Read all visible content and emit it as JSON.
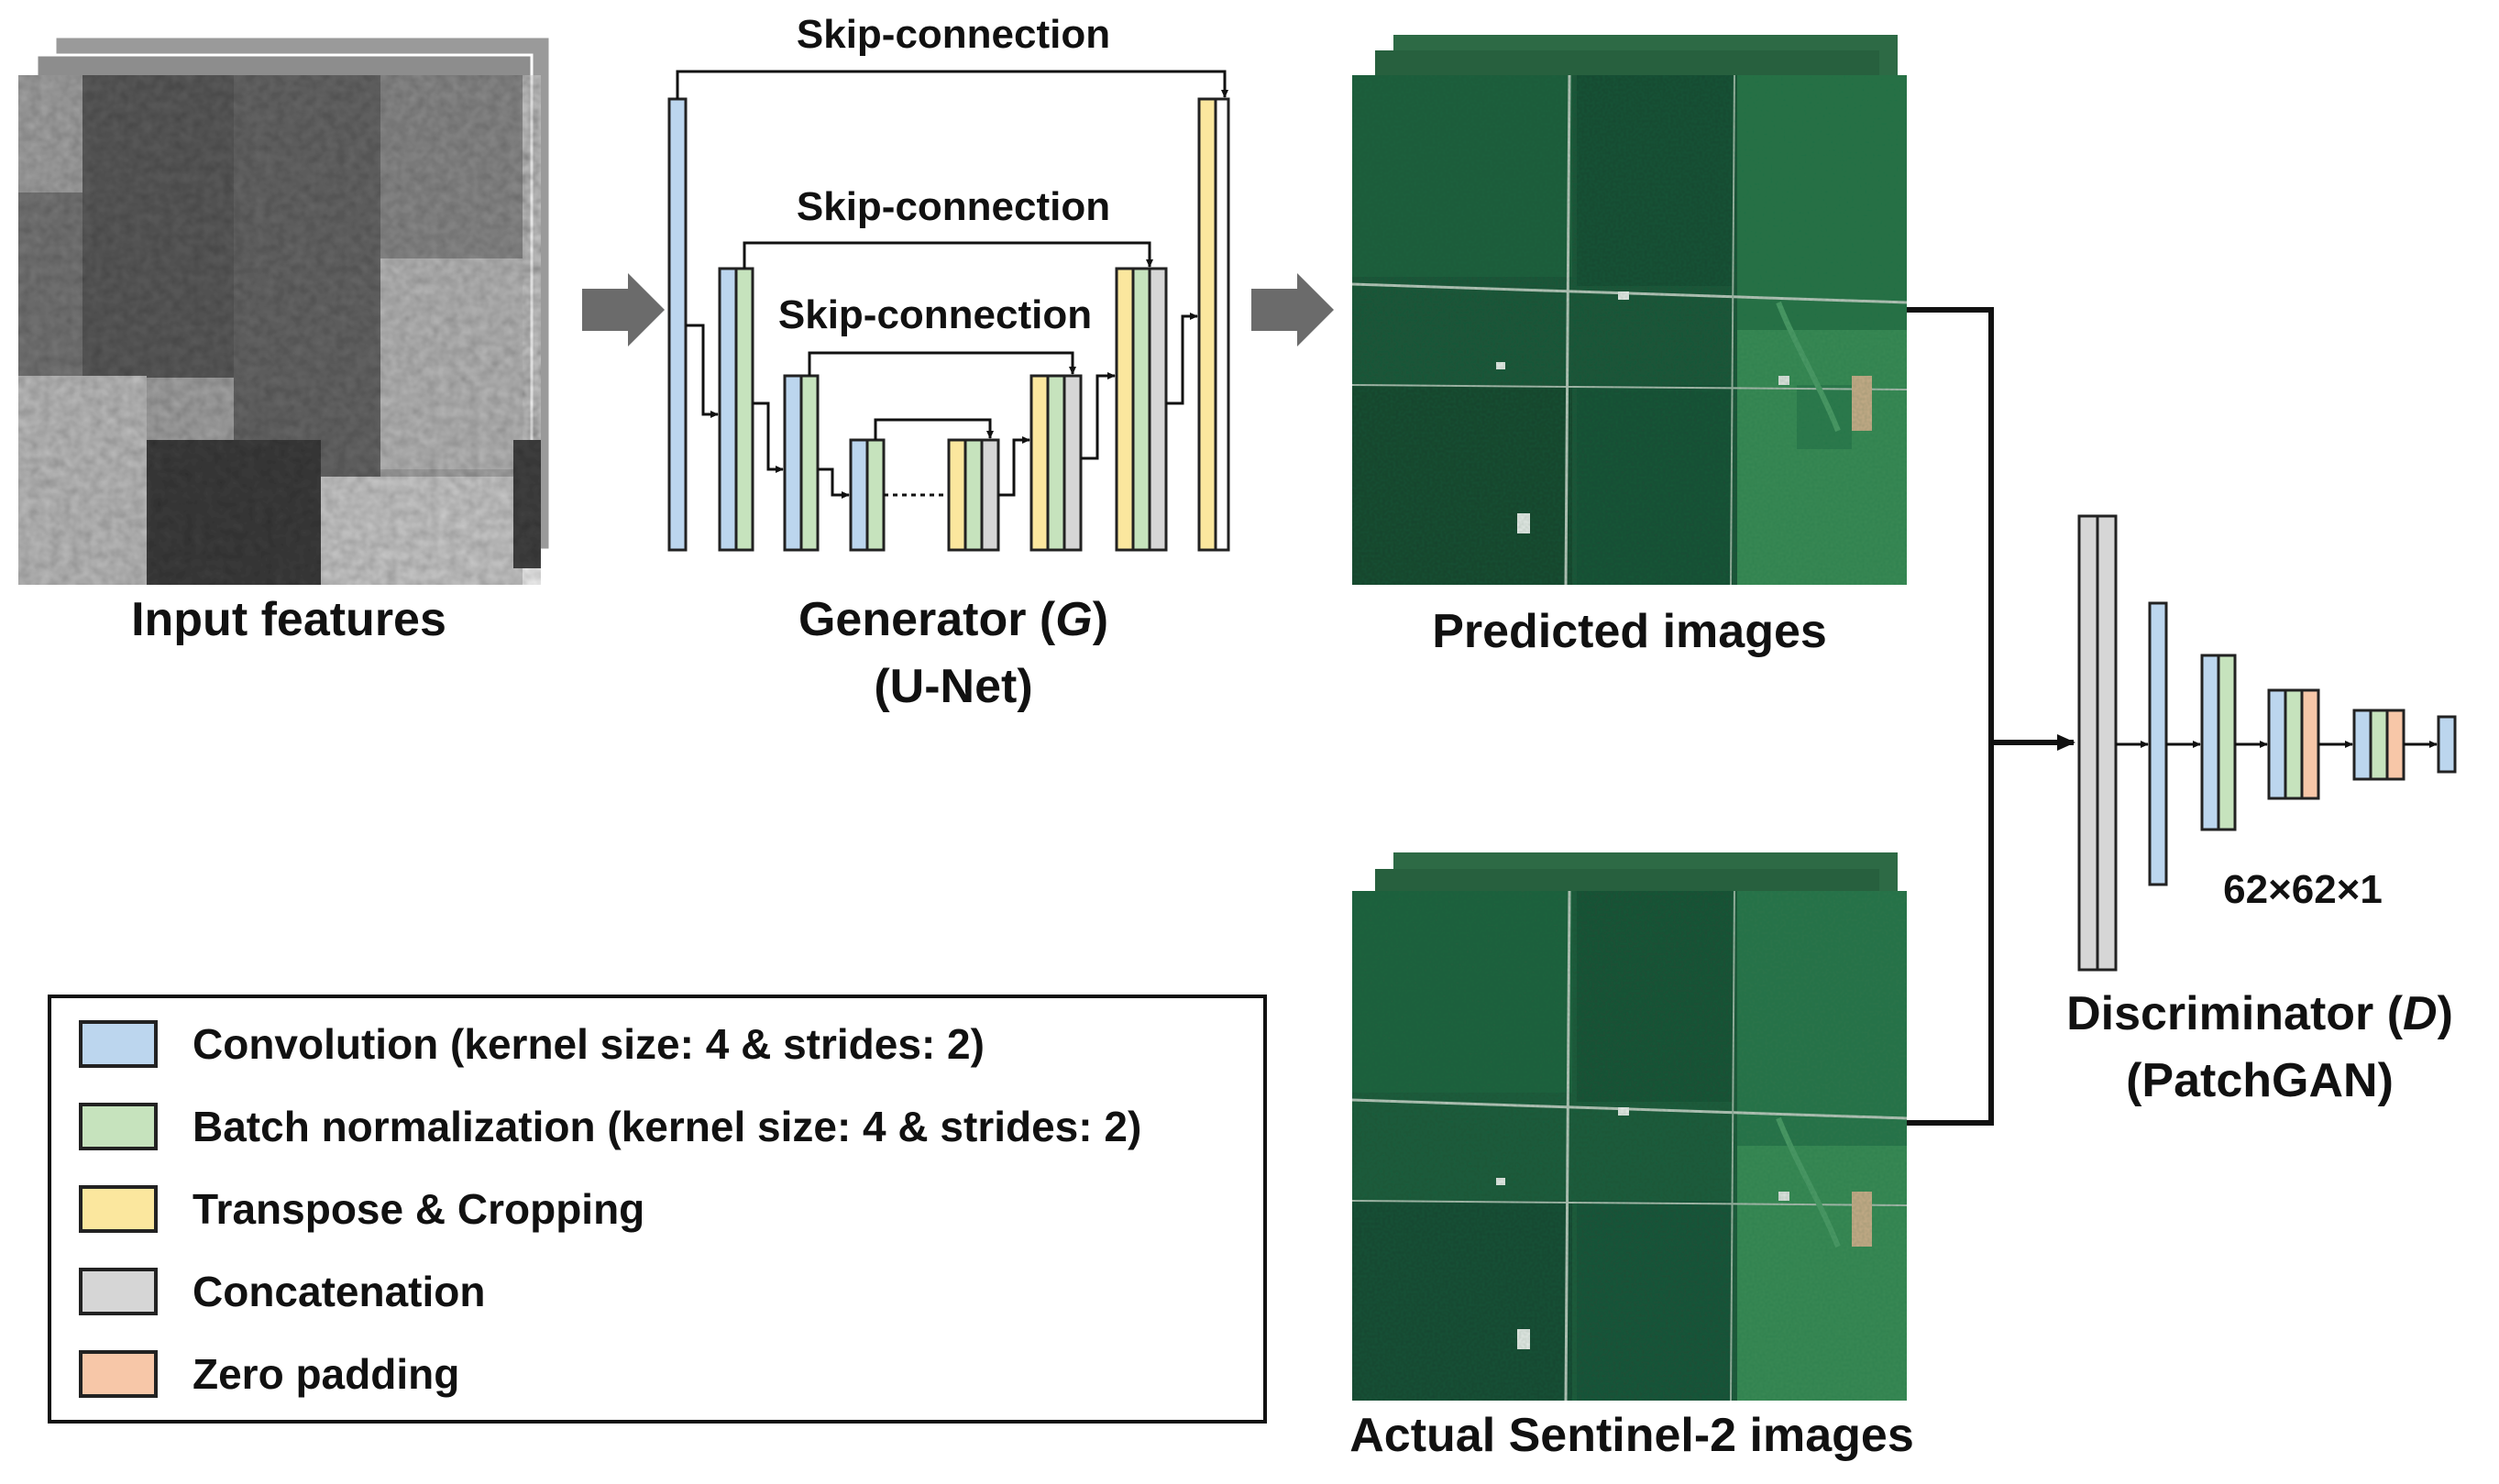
{
  "labels": {
    "input_features": "Input features",
    "generator_line1": "Generator (",
    "generator_G": "G",
    "generator_close": ")",
    "generator_line2": "(U-Net)",
    "predicted_images": "Predicted images",
    "actual_images": "Actual Sentinel-2 images",
    "discriminator_line1": "Discriminator (",
    "discriminator_D": "D",
    "discriminator_close": ")",
    "discriminator_line2": "(PatchGAN)",
    "patch_size": "62×62×1",
    "skip1": "Skip-connection",
    "skip2": "Skip-connection",
    "skip3": "Skip-connection"
  },
  "legend": [
    {
      "label": "Convolution (kernel size: 4 & strides: 2)",
      "color": "#bcd6ee"
    },
    {
      "label": "Batch normalization (kernel size: 4 & strides: 2)",
      "color": "#c6e3bd"
    },
    {
      "label": "Transpose & Cropping",
      "color": "#fbe79e"
    },
    {
      "label": "Concatenation",
      "color": "#d6d6d6"
    },
    {
      "label": "Zero padding",
      "color": "#f7c7a8"
    }
  ],
  "colors": {
    "conv": "#bcd6ee",
    "batchnorm": "#c6e3bd",
    "transpose": "#fbe79e",
    "concat": "#d6d6d6",
    "zeropad": "#f7c7a8",
    "arrow": "#6b6b6b"
  }
}
